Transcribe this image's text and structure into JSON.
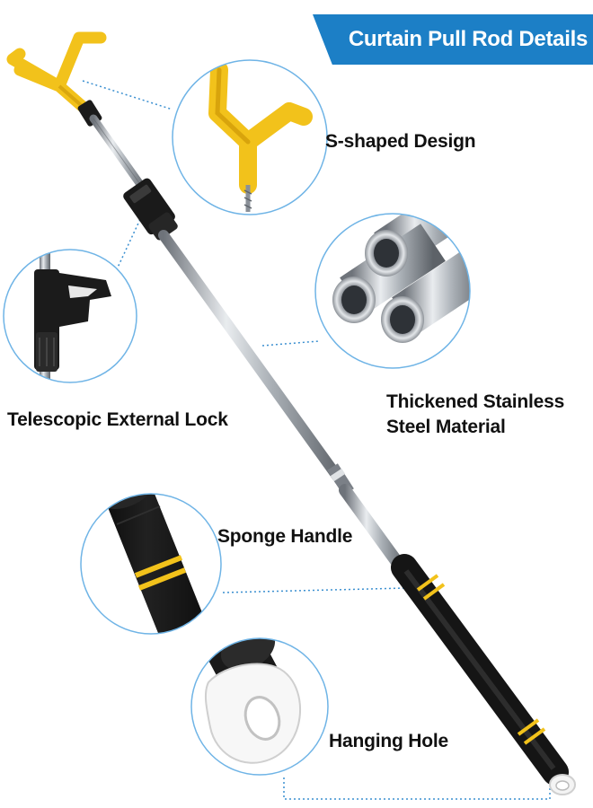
{
  "title": "Curtain Pull Rod Details",
  "features": {
    "s_shaped": "S-shaped Design",
    "lock": "Telescopic External Lock",
    "material_line1": "Thickened Stainless",
    "material_line2": "Steel Material",
    "handle": "Sponge Handle",
    "hole": "Hanging Hole"
  },
  "colors": {
    "banner": "#1c7fc6",
    "hook_yellow": "#f2c21b",
    "foam_black": "#1a1a1a",
    "steel": "#b9bec4",
    "dotted_line": "#3a8fd0",
    "circle_border": "#6fb4e6"
  },
  "icons": [
    "hook-icon",
    "lock-clip-icon",
    "steel-tubes-icon",
    "sponge-grip-icon",
    "hanging-hole-icon"
  ]
}
